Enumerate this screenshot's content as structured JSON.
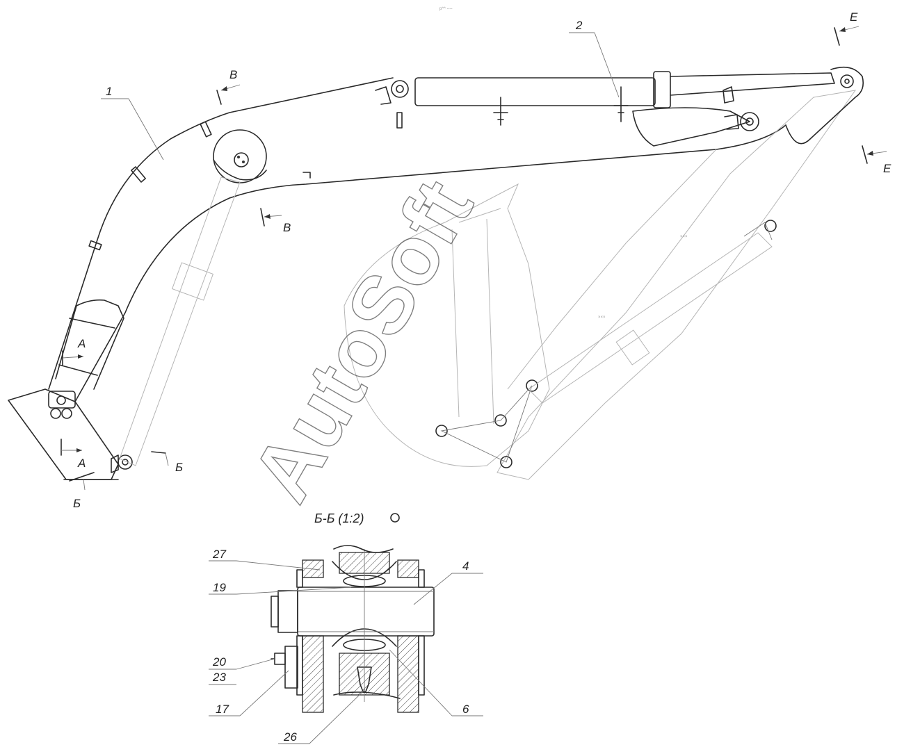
{
  "top_mark": "p^^ ----",
  "watermark": "AutoSoft",
  "section_title": "Б-Б (1:2)",
  "callouts": {
    "c1": "1",
    "c2": "2",
    "c4": "4",
    "c6": "6",
    "c17": "17",
    "c19": "19",
    "c20": "20",
    "c23": "23",
    "c26": "26",
    "c27": "27"
  },
  "section_marks": {
    "A_top": "А",
    "A_bottom": "А",
    "B_left": "Б",
    "B_right": "Б",
    "V_top": "В",
    "V_bottom": "В",
    "E_top": "Е",
    "E_right": "Е"
  }
}
